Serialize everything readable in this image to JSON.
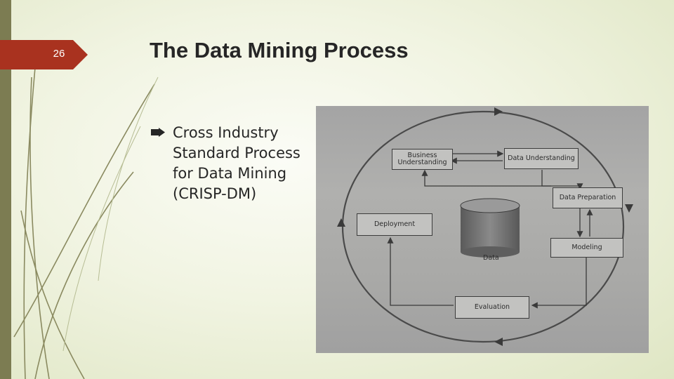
{
  "slide": {
    "number": "26",
    "title": "The Data Mining Process",
    "bullet_text": "Cross Industry Standard Process for Data Mining (CRISP-DM)"
  },
  "diagram": {
    "boxes": {
      "business_understanding": "Business Understanding",
      "data_understanding": "Data Understanding",
      "data_preparation": "Data Preparation",
      "modeling": "Modeling",
      "evaluation": "Evaluation",
      "deployment": "Deployment"
    },
    "data_store_label": "Data"
  },
  "colors": {
    "accent_tab": "#a9321f",
    "sidebar": "#7c7c52",
    "title_text": "#262626"
  }
}
